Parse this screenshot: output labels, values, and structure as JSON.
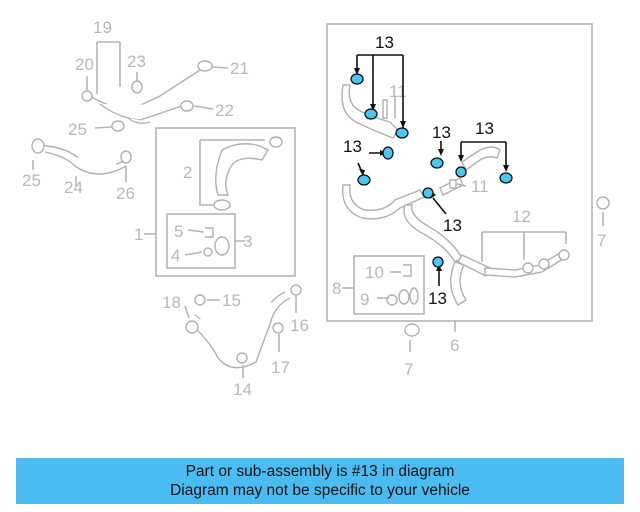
{
  "diagram": {
    "callouts": {
      "c1": "1",
      "c2": "2",
      "c3": "3",
      "c4": "4",
      "c5": "5",
      "c6": "6",
      "c7a": "7",
      "c7b": "7",
      "c8": "8",
      "c9": "9",
      "c10": "10",
      "c11a": "11",
      "c11b": "11",
      "c12": "12",
      "c13a": "13",
      "c13b": "13",
      "c13c": "13",
      "c13d": "13",
      "c13e": "13",
      "c13f": "13",
      "c14": "14",
      "c15": "15",
      "c16": "16",
      "c17": "17",
      "c18": "18",
      "c19": "19",
      "c20": "20",
      "c21": "21",
      "c22": "22",
      "c23": "23",
      "c24": "24",
      "c25a": "25",
      "c25b": "25",
      "c26": "26"
    },
    "highlight_color": "#46c8f0"
  },
  "banner": {
    "line1": "Part or sub-assembly is #13 in diagram",
    "line2": "Diagram may not be specific to your vehicle",
    "color": "#4bbcf2"
  }
}
